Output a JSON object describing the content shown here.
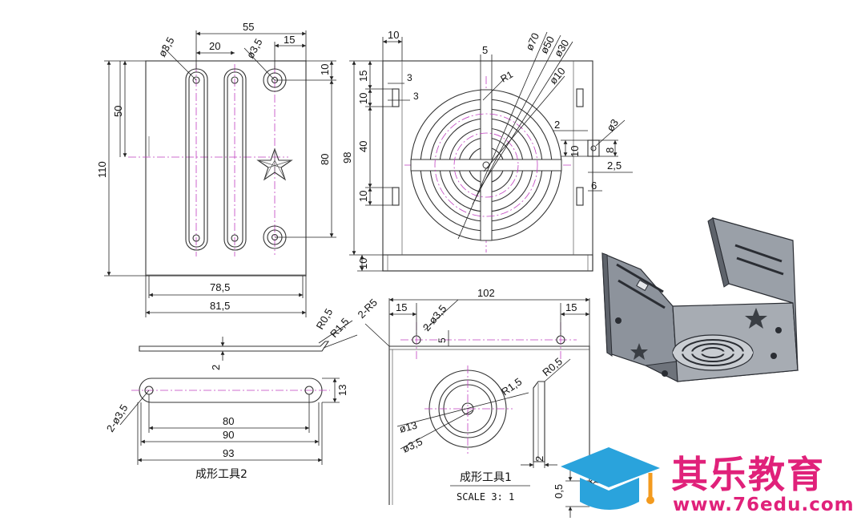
{
  "views": {
    "left": {
      "dims": {
        "phi35_a": "ø3,5",
        "w20": "20",
        "w55": "55",
        "phi35_b": "ø3,5",
        "w15": "15",
        "h10": "10",
        "h50": "50",
        "h110": "110",
        "h80": "80",
        "w785": "78,5",
        "w815": "81,5"
      }
    },
    "front": {
      "dims": {
        "w10": "10",
        "h15": "15",
        "h10a": "10",
        "v3a": "3",
        "v3b": "3",
        "h40": "40",
        "h10b": "10",
        "h98": "98",
        "h10c": "10",
        "w5": "5",
        "r1": "R1",
        "phi70": "ø70",
        "phi50": "ø50",
        "phi30": "ø30",
        "phi10": "ø10",
        "w2": "2",
        "phi3": "ø3",
        "h10d": "10",
        "h8": "8",
        "w25": "2,5",
        "w6": "6"
      }
    },
    "tool2": {
      "dims": {
        "r05": "R0,5",
        "r15": "R1,5",
        "t2": "2",
        "holes": "2-ø3,5",
        "h13": "13",
        "w80": "80",
        "w90": "90",
        "w93": "93"
      },
      "caption": "成形工具2"
    },
    "tool1": {
      "dims": {
        "r5": "2-R5",
        "holes": "2-ø3,5",
        "w15a": "15",
        "w102": "102",
        "w15b": "15",
        "h5": "5",
        "r15": "R1,5",
        "r05": "R0,5",
        "phi13": "ø13",
        "phi35": "ø3,5",
        "w2": "2",
        "t05": "0,5",
        "rr": "R"
      },
      "caption": "成形工具1",
      "scale": "SCALE 3: 1"
    }
  },
  "branding": {
    "name": "其乐教育",
    "url": "www.76edu.com",
    "color": "#e0217a",
    "accent": "#2aa3dc",
    "icon": "graduation-cap-icon"
  }
}
